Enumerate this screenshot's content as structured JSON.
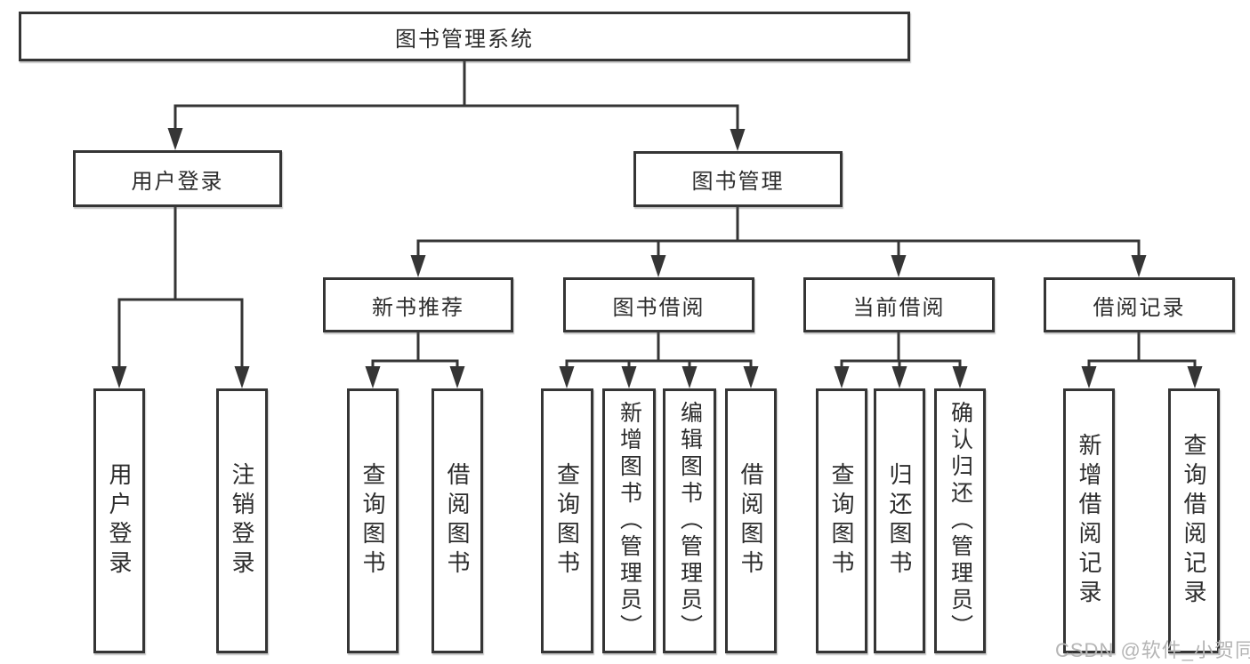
{
  "tree": {
    "label": "图书管理系统",
    "children": [
      {
        "label": "用户登录",
        "children": [
          {
            "label": "用户登录"
          },
          {
            "label": "注销登录"
          }
        ]
      },
      {
        "label": "图书管理",
        "children": [
          {
            "label": "新书推荐",
            "children": [
              {
                "label": "查询图书"
              },
              {
                "label": "借阅图书"
              }
            ]
          },
          {
            "label": "图书借阅",
            "children": [
              {
                "label": "查询图书"
              },
              {
                "label": "新增图书（管理员）"
              },
              {
                "label": "编辑图书（管理员）"
              },
              {
                "label": "借阅图书"
              }
            ]
          },
          {
            "label": "当前借阅",
            "children": [
              {
                "label": "查询图书"
              },
              {
                "label": "归还图书"
              },
              {
                "label": "确认归还（管理员）"
              }
            ]
          },
          {
            "label": "借阅记录",
            "children": [
              {
                "label": "新增借阅记录"
              },
              {
                "label": "查询借阅记录"
              }
            ]
          }
        ]
      }
    ]
  },
  "watermark": {
    "text": "CSDN @软件_小贺同学"
  },
  "colors": {
    "line": "#353535",
    "box_border": "#353535",
    "text": "#2d2d2d",
    "watermark": "#b5b5b5",
    "background": "#ffffff"
  }
}
